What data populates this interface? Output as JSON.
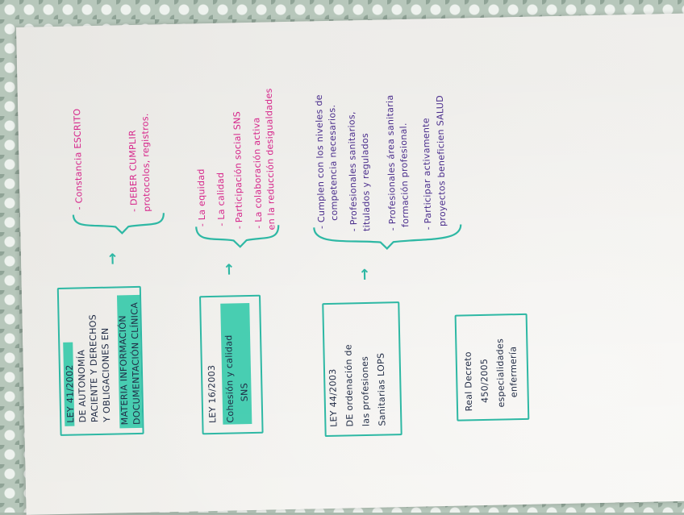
{
  "sheet": {
    "box_ley41": [
      "LEY 41/2002",
      "DE AUTONOMÍA",
      "PACIENTE Y DERECHOS",
      "Y OBLIGACIONES EN",
      "MATERIA INFORMACIÓN",
      "DOCUMENTACIÓN CLÍNICA"
    ],
    "outcomes_ley41": [
      "- Constancia ESCRITO",
      "- DEBER CUMPLIR",
      "protocolos, registros."
    ],
    "box_ley16": [
      "LEY 16/2003",
      "Cohesión y calidad",
      "SNS"
    ],
    "outcomes_ley16": [
      "- La equidad",
      "- La calidad",
      "- Participación social SNS",
      "- La colaboración activa",
      "en la reducción desigualdades"
    ],
    "box_ley44": [
      "LEY 44/2003",
      "DE ordenación de",
      "las profesiones",
      "Sanitarias LOPS"
    ],
    "outcomes_ley44": [
      "- Cumplen con los niveles de",
      "competencia necesarios.",
      "- Profesionales sanitarios,",
      "titulados y regulados",
      "- Profesionales área sanitaria",
      "formación profesional.",
      "- Participar activamente",
      "proyectos beneficien SALUD"
    ],
    "box_decreto": [
      "Real Decreto",
      "450/2005",
      "especialidades",
      "enfermería"
    ],
    "arrow_glyph": "↑",
    "colors": {
      "ink_pink": "#d6248a",
      "ink_purple": "#4a2d8c",
      "ink_dark": "#1f2a44",
      "marker_teal": "#2eb8a4",
      "highlight": "#18c4a0"
    }
  }
}
